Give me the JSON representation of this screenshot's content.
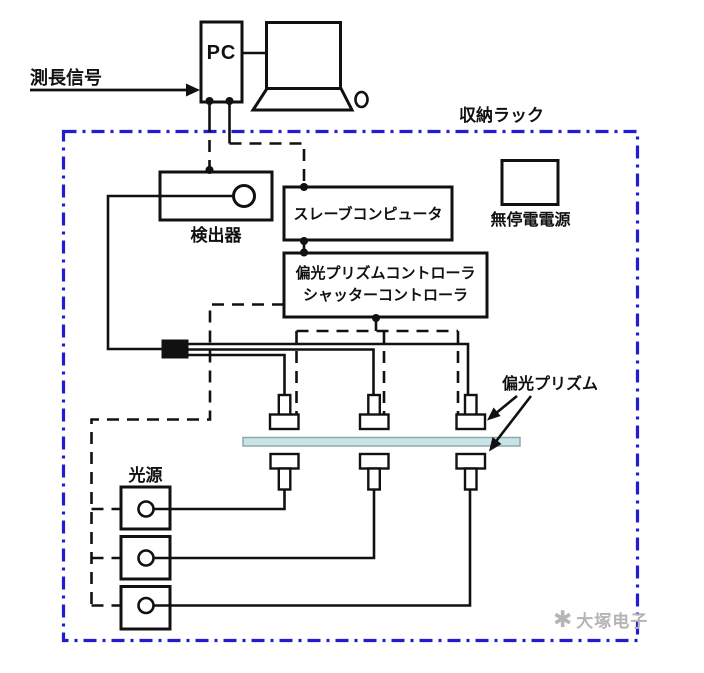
{
  "labels": {
    "measurement_signal": "測長信号",
    "pc": "PC",
    "storage_rack": "収納ラック",
    "detector": "検出器",
    "slave_computer": "スレーブコンピュータ",
    "ups": "無停電電源",
    "controller_line1": "偏光プリズムコントローラ",
    "controller_line2": "シャッターコントローラ",
    "polarizing_prism": "偏光プリズム",
    "light_source": "光源"
  },
  "watermark": {
    "logo_glyph": "✱",
    "text": "大塚电子"
  },
  "colors": {
    "rack_border_blue": "#201cd0",
    "diagram_line": "#111111",
    "stage_fill": "#c7e4e7",
    "stage_border": "#90a8aa",
    "watermark_gray": "#b5b5b5"
  }
}
